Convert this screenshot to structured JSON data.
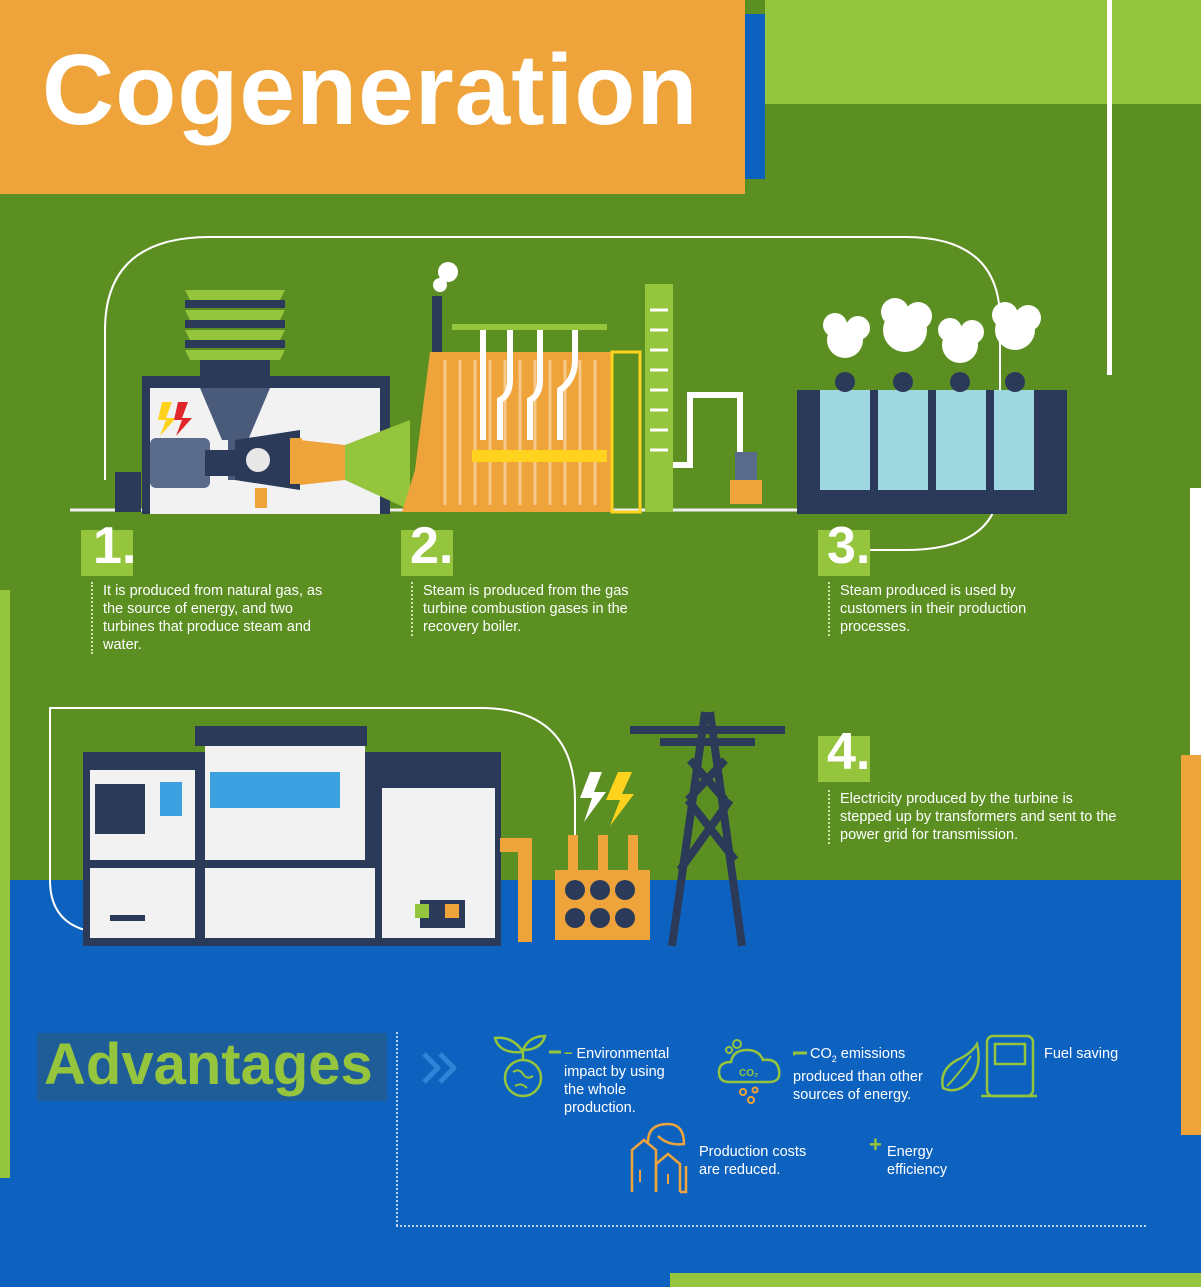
{
  "title": "Cogeneration",
  "steps": [
    {
      "number": "1.",
      "text": "It is produced from natural gas, as the source of energy, and two turbines that produce steam and water."
    },
    {
      "number": "2.",
      "text": "Steam is produced from the gas turbine combustion gases in the recovery boiler."
    },
    {
      "number": "3.",
      "text": "Steam produced is used by customers in their production processes."
    },
    {
      "number": "4.",
      "text": "Electricity produced by the turbine is stepped up by transformers and sent to the power grid for transmission."
    }
  ],
  "advantages": {
    "title": "Advantages",
    "items": [
      {
        "icon": "plant-globe-icon",
        "prefix": "−",
        "text": "Environmental impact by using the whole production."
      },
      {
        "icon": "co2-cloud-icon",
        "prefix": "−",
        "text_pre": "CO",
        "text_sub": "2",
        "text_post": " emissions produced than other sources of energy."
      },
      {
        "icon": "fuel-pump-icon",
        "prefix": "",
        "text": "Fuel saving"
      },
      {
        "icon": "cost-buildings-icon",
        "prefix": "",
        "text": "Production costs are reduced."
      },
      {
        "icon": "",
        "prefix": "+",
        "text": "Energy efficiency"
      }
    ],
    "co2_label": "CO₂"
  },
  "colors": {
    "green": "#5b8f22",
    "lime": "#95c43d",
    "orange": "#eea43a",
    "blue": "#0e62bf",
    "navy": "#2c3a5a"
  }
}
